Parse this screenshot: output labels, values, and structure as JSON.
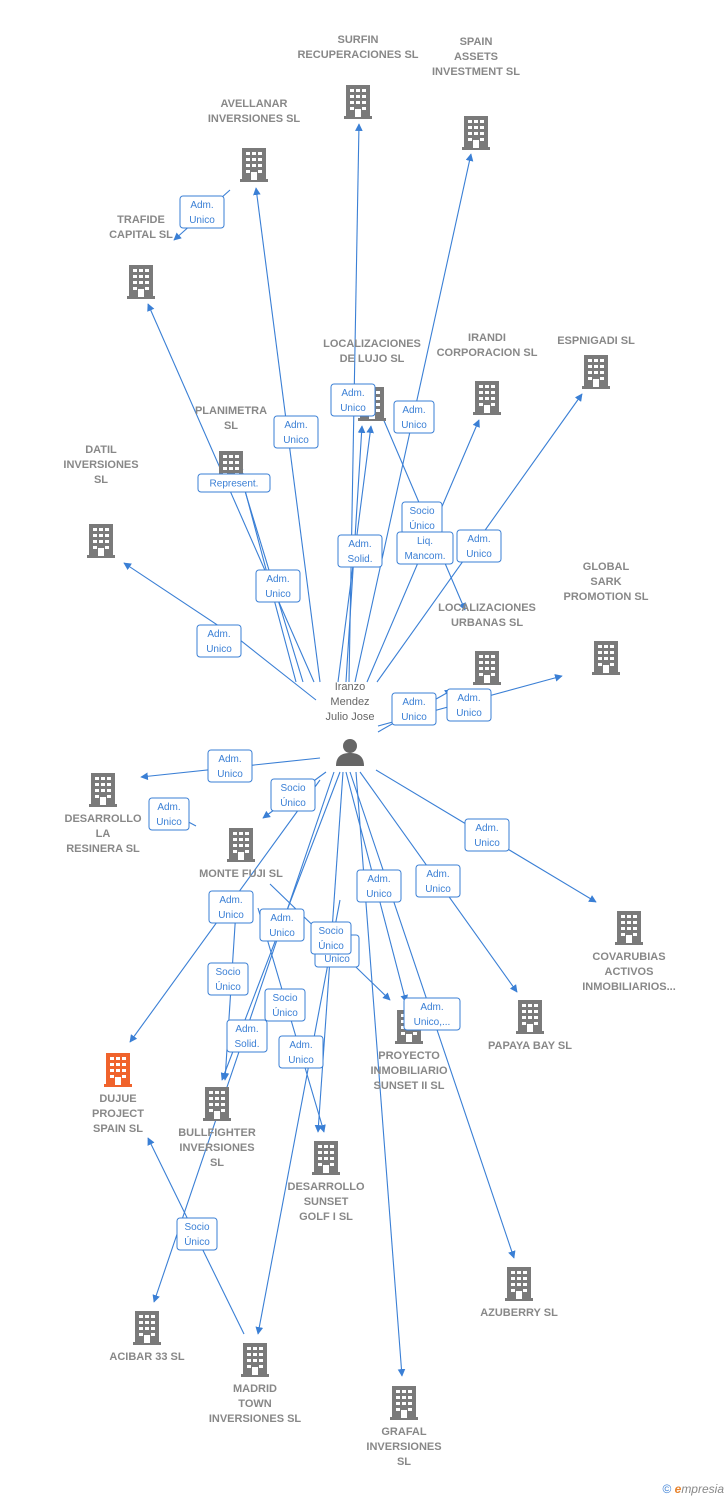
{
  "colors": {
    "edge": "#3a7fd5",
    "company": "#7a7a7a",
    "focus_company": "#f0632c",
    "label": "#888888"
  },
  "person": {
    "id": "p",
    "label": "Iranzo\nMendez\nJulio Jose",
    "icon": "person-icon"
  },
  "companies": [
    {
      "id": "surfin",
      "label": "SURFIN\nRECUPERACIONES SL"
    },
    {
      "id": "spain",
      "label": "SPAIN\nASSETS\nINVESTMENT SL"
    },
    {
      "id": "avellanar",
      "label": "AVELLANAR\nINVERSIONES SL"
    },
    {
      "id": "trafide",
      "label": "TRAFIDE\nCAPITAL  SL"
    },
    {
      "id": "localiz_lujo",
      "label": "LOCALIZACIONES\nDE LUJO SL"
    },
    {
      "id": "irandi",
      "label": "IRANDI\nCORPORACION SL"
    },
    {
      "id": "espnigadi",
      "label": "ESPNIGADI  SL"
    },
    {
      "id": "planimetra",
      "label": "PLANIMETRA\nSL"
    },
    {
      "id": "datil",
      "label": "DATIL\nINVERSIONES\nSL"
    },
    {
      "id": "global",
      "label": "GLOBAL\nSARK\nPROMOTION SL"
    },
    {
      "id": "localiz_urb",
      "label": "LOCALIZACIONES\nURBANAS SL"
    },
    {
      "id": "resinera",
      "label": "DESARROLLO\nLA\nRESINERA  SL"
    },
    {
      "id": "montefuji",
      "label": "MONTE FUJI SL"
    },
    {
      "id": "covarubias",
      "label": "COVARUBIAS\nACTIVOS\nINMOBILIARIOS..."
    },
    {
      "id": "papaya",
      "label": "PAPAYA BAY SL"
    },
    {
      "id": "proyecto",
      "label": "PROYECTO\nINMOBILIARIO\nSUNSET II  SL"
    },
    {
      "id": "dujue",
      "label": "DUJUE\nPROJECT\nSPAIN  SL",
      "focus": true
    },
    {
      "id": "bullfighter",
      "label": "BULLFIGHTER\nINVERSIONES\nSL"
    },
    {
      "id": "golf",
      "label": "DESARROLLO\nSUNSET\nGOLF I  SL"
    },
    {
      "id": "azuberry",
      "label": "AZUBERRY  SL"
    },
    {
      "id": "acibar",
      "label": "ACIBAR 33  SL"
    },
    {
      "id": "madrid",
      "label": "MADRID\nTOWN\nINVERSIONES SL"
    },
    {
      "id": "grafal",
      "label": "GRAFAL\nINVERSIONES\nSL"
    }
  ],
  "relations": [
    {
      "label": "Adm.\nUnico"
    },
    {
      "label": "Adm.\nUnico"
    },
    {
      "label": "Adm.\nUnico"
    },
    {
      "label": "Represent."
    },
    {
      "label": "Adm.\nUnico"
    },
    {
      "label": "Adm.\nSolid."
    },
    {
      "label": "Socio\nÚnico"
    },
    {
      "label": "Liq.\nMancom."
    },
    {
      "label": "Adm.\nUnico"
    },
    {
      "label": "Adm.\nUnico"
    },
    {
      "label": "Adm.\nUnico"
    },
    {
      "label": "Adm.\nUnico"
    },
    {
      "label": "Adm.\nUnico"
    },
    {
      "label": "Adm.\nUnico"
    },
    {
      "label": "Socio\nÚnico"
    },
    {
      "label": "Adm.\nUnico"
    },
    {
      "label": "Adm.\nUnico"
    },
    {
      "label": "Adm.\nUnico"
    },
    {
      "label": "Adm.\nUnico"
    },
    {
      "label": "Adm.\nUnico"
    },
    {
      "label": "Socio\nÚnico"
    },
    {
      "label": "Adm.\nUnico"
    },
    {
      "label": "Socio\nÚnico"
    },
    {
      "label": "Adm.\nSolid."
    },
    {
      "label": "Adm.\nUnico"
    },
    {
      "label": "Adm.\nUnico,..."
    },
    {
      "label": "Adm.\nUnico"
    },
    {
      "label": "Socio\nÚnico"
    },
    {
      "label": "Socio\nÚnico"
    }
  ],
  "footer": {
    "copyright": "©",
    "brand_first": "e",
    "brand_rest": "mpresia"
  }
}
